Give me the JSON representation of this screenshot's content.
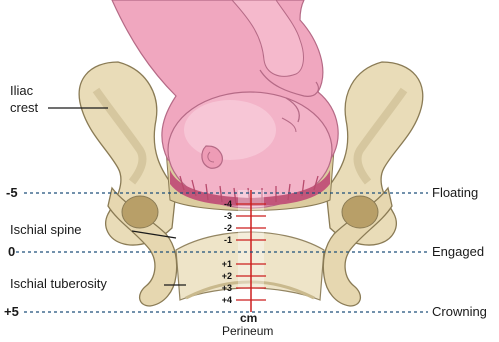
{
  "colors": {
    "bone_fill": "#e9dcb8",
    "bone_shadow": "#c9b98d",
    "bone_outline": "#8a7b55",
    "baby_skin": "#f0a7bf",
    "baby_skin_light": "#f8cfdc",
    "baby_outline": "#b56a86",
    "hair": "#b74a6c",
    "dashed_line": "#1d4f7a",
    "scale_red": "#cc1f1f",
    "text": "#1a1a1a"
  },
  "labels": {
    "iliac_crest_line1": "Iliac",
    "iliac_crest_line2": "crest",
    "ischial_spine": "Ischial spine",
    "ischial_tuberosity": "Ischial tuberosity",
    "floating": "Floating",
    "engaged": "Engaged",
    "crowning": "Crowning",
    "unit": "cm",
    "perineum": "Perineum"
  },
  "stations": {
    "top": "-5",
    "middle": "0",
    "bottom": "+5"
  },
  "scale_ticks": {
    "upper": [
      "-4",
      "-3",
      "-2",
      "-1"
    ],
    "lower": [
      "+1",
      "+2",
      "+3",
      "+4"
    ]
  }
}
